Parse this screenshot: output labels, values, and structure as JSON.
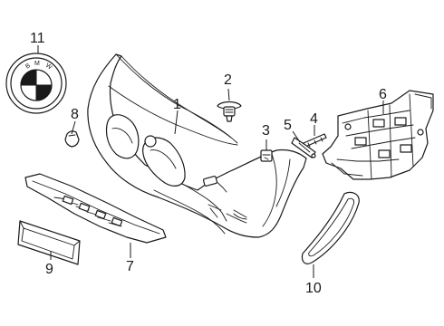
{
  "diagram": {
    "callouts": [
      {
        "id": "c1",
        "label": "1"
      },
      {
        "id": "c2",
        "label": "2"
      },
      {
        "id": "c3",
        "label": "3"
      },
      {
        "id": "c4",
        "label": "4"
      },
      {
        "id": "c5",
        "label": "5"
      },
      {
        "id": "c6",
        "label": "6"
      },
      {
        "id": "c7",
        "label": "7"
      },
      {
        "id": "c8",
        "label": "8"
      },
      {
        "id": "c9",
        "label": "9"
      },
      {
        "id": "c10",
        "label": "10"
      },
      {
        "id": "c11",
        "label": "11"
      }
    ]
  }
}
